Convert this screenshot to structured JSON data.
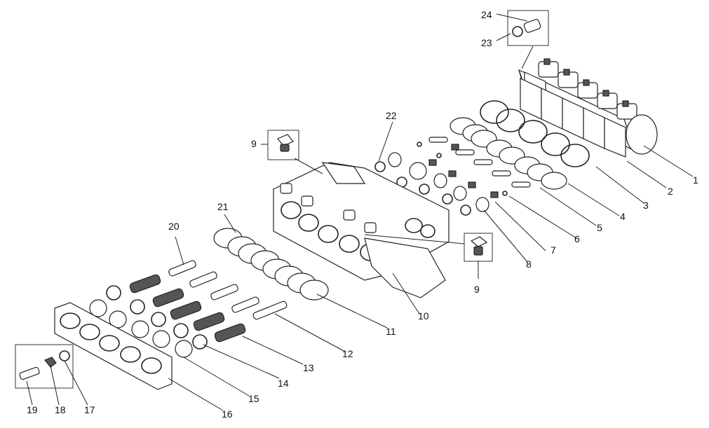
{
  "callouts": [
    "1",
    "2",
    "3",
    "4",
    "5",
    "6",
    "7",
    "8",
    "9",
    "9",
    "10",
    "11",
    "12",
    "13",
    "14",
    "15",
    "16",
    "17",
    "18",
    "19",
    "20",
    "21",
    "22",
    "23",
    "24"
  ]
}
